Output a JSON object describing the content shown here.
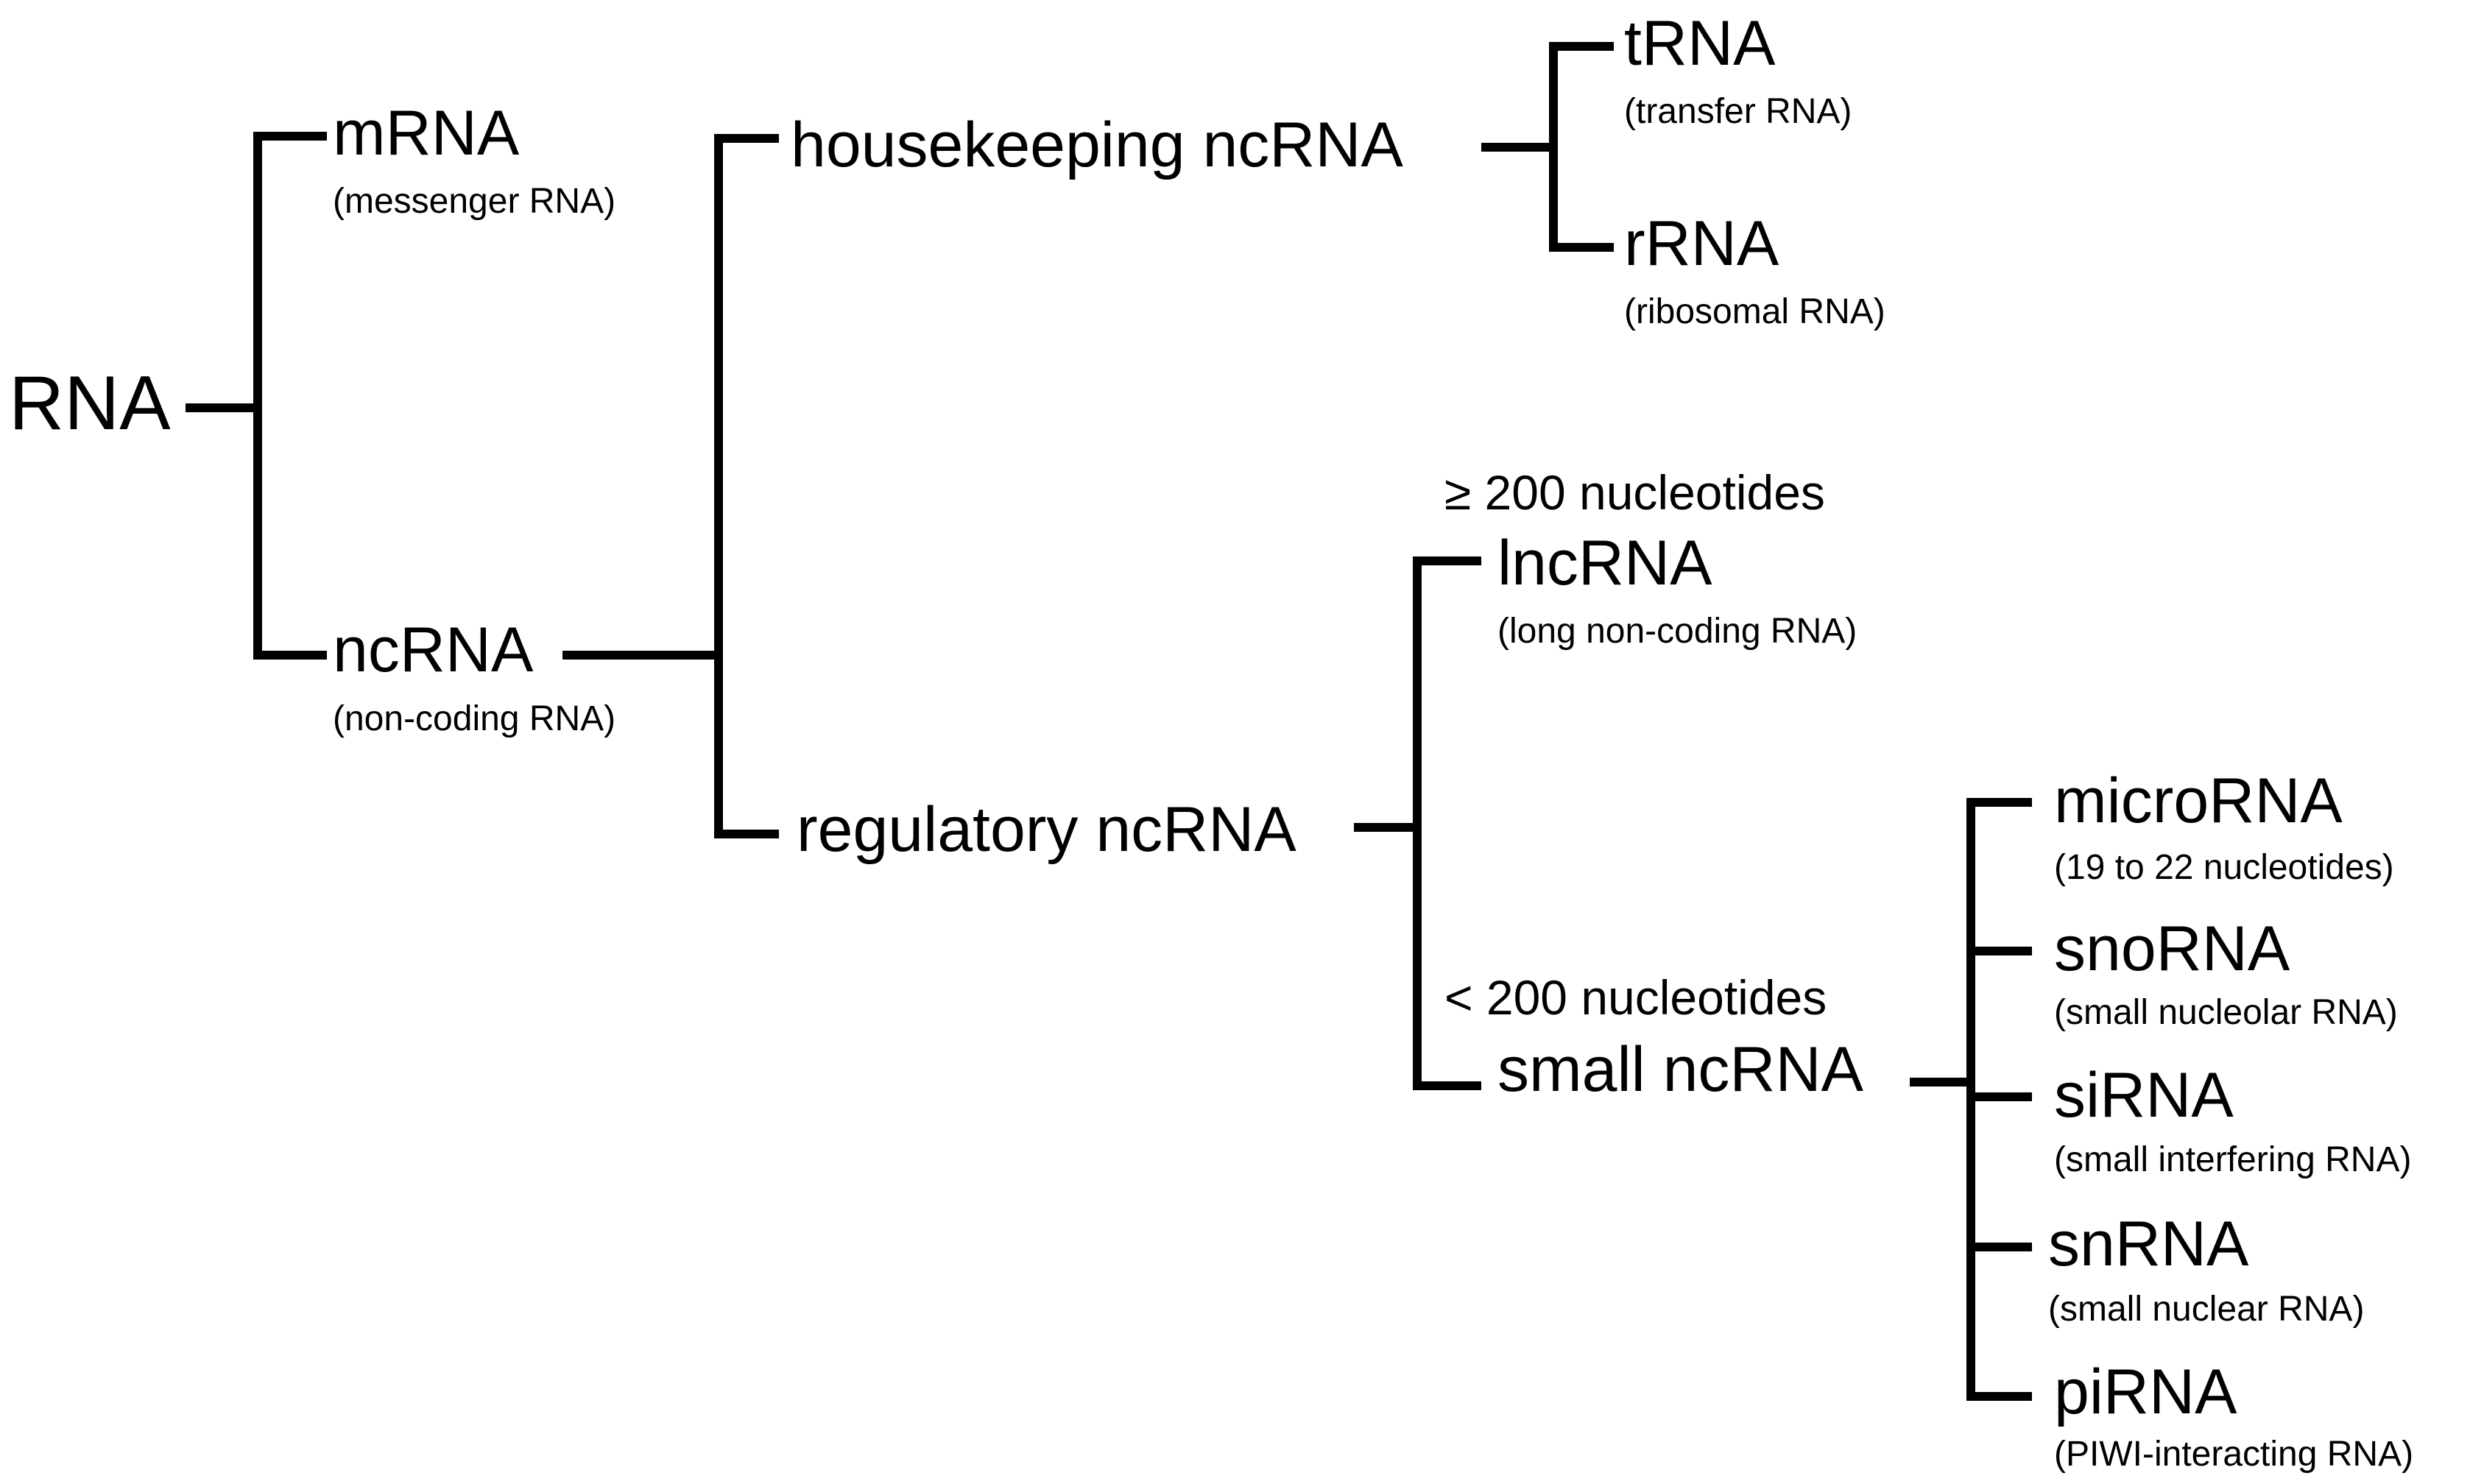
{
  "colors": {
    "background": "#ffffff",
    "line": "#000000",
    "text": "#000000"
  },
  "diagram": {
    "root": {
      "label": "RNA"
    },
    "mrna": {
      "label": "mRNA",
      "sub": "(messenger RNA)"
    },
    "ncrna": {
      "label": "ncRNA",
      "sub": "(non-coding RNA)"
    },
    "housekeeping": {
      "label": "housekeeping ncRNA"
    },
    "trna": {
      "label": "tRNA",
      "sub": "(transfer RNA)"
    },
    "rrna": {
      "label": "rRNA",
      "sub": "(ribosomal RNA)"
    },
    "regulatory": {
      "label": "regulatory ncRNA"
    },
    "long_note": "≥ 200 nucleotides",
    "lncrna": {
      "label": "lncRNA",
      "sub": "(long non-coding RNA)"
    },
    "short_note": "< 200 nucleotides",
    "small": {
      "label": "small ncRNA"
    },
    "microrna": {
      "label": "microRNA",
      "sub": "(19 to 22 nucleotides)"
    },
    "snorna": {
      "label": "snoRNA",
      "sub": "(small nucleolar RNA)"
    },
    "sirna": {
      "label": "siRNA",
      "sub": "(small interfering RNA)"
    },
    "snrna": {
      "label": "snRNA",
      "sub": "(small nuclear RNA)"
    },
    "pirna": {
      "label": "piRNA",
      "sub": "(PIWI-interacting RNA)"
    }
  }
}
